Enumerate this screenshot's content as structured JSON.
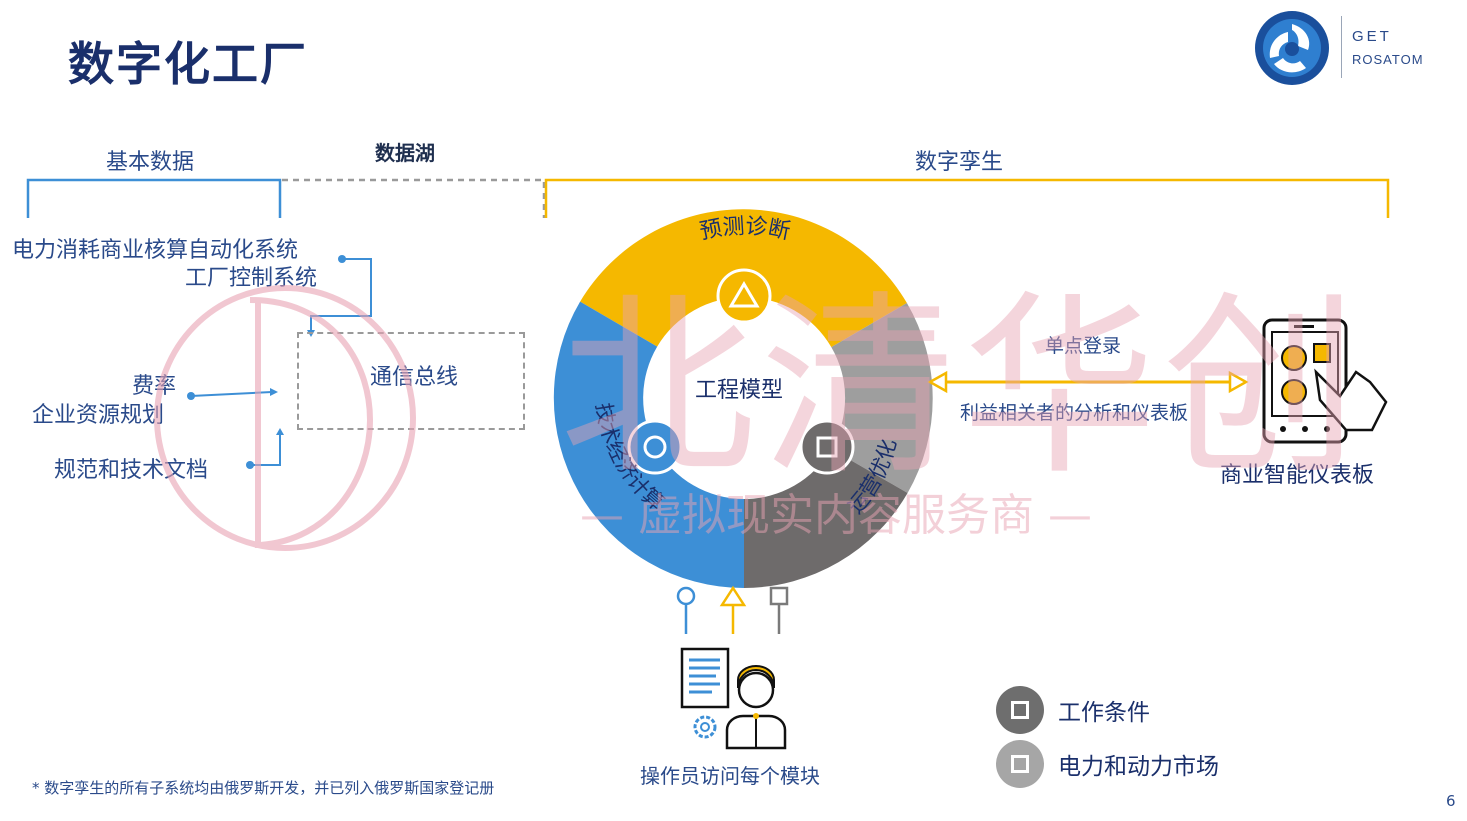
{
  "page": {
    "title": "数字化工厂",
    "page_number": "6",
    "footnote": "* 数字孪生的所有子系统均由俄罗斯开发，并已列入俄罗斯国家登记册"
  },
  "logo": {
    "line1": "GET",
    "line2": "ROSATOM"
  },
  "sections": {
    "basic_data": "基本数据",
    "data_lake": "数据湖",
    "digital_twin": "数字孪生"
  },
  "left_items": {
    "power_system": "电力消耗商业核算自动化系统",
    "plant_control": "工厂控制系统",
    "tariff": "费率",
    "erp": "企业资源规划",
    "norms_docs": "规范和技术文档"
  },
  "comm_bus": "通信总线",
  "ring": {
    "top": "预测诊断",
    "left": "技术经济计算",
    "right": "运营优化",
    "center": "工程模型"
  },
  "connection": {
    "single_login": "单点登录",
    "stakeholder": "利益相关者的分析和仪表板"
  },
  "bi_dashboard": "商业智能仪表板",
  "operator": "操作员访问每个模块",
  "legend": [
    {
      "label": "工作条件",
      "color": "#6e6e6e"
    },
    {
      "label": "电力和动力市场",
      "color": "#a6a6a6"
    }
  ],
  "watermark": {
    "line1": "北清华创",
    "line2": "— 虚拟现实内容服务商 —"
  },
  "colors": {
    "blue": "#3d8fd6",
    "yellow": "#f5b800",
    "gray": "#9e9e9e",
    "darkgray": "#6e6b6b",
    "navy": "#1a2f6b"
  }
}
